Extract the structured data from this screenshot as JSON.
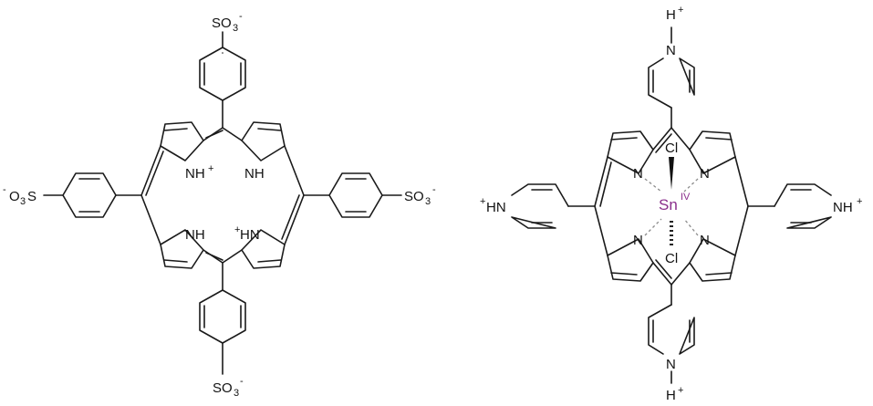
{
  "left_molecule": {
    "substituent_label": "SO",
    "substituent_sub": "3",
    "substituent_charge": "-",
    "left_prefix_charge": "-",
    "left_prefix_label": "O",
    "left_prefix_sub": "3",
    "left_prefix_tail": "S",
    "nh_label": "NH",
    "nh_charged_label": "NH",
    "hn_charged_label": "HN",
    "plus": "+"
  },
  "right_molecule": {
    "pyridinium_label": "N",
    "pyridinium_h": "H",
    "pyridinium_hn": "HN",
    "pyridinium_nh": "NH",
    "plus": "+",
    "n_label": "N",
    "metal_label": "Sn",
    "metal_oxidation": "IV",
    "chloride_label": "Cl"
  },
  "colors": {
    "bond": "#1a1a1a",
    "metal": "#8a2f8c",
    "coordination_dash": "#8c8c8c"
  }
}
